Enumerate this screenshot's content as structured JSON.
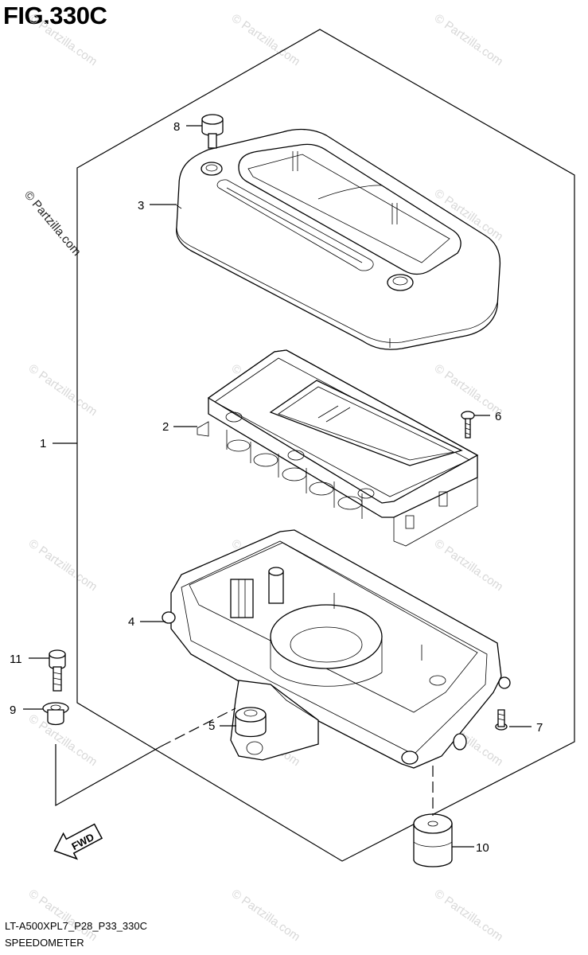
{
  "figure": {
    "title": "FIG.330C"
  },
  "footer": {
    "code": "LT-A500XPL7_P28_P33_330C",
    "name": "SPEEDOMETER"
  },
  "watermark": {
    "text": "© Partzilla.com"
  },
  "fwd_label": "FWD",
  "callouts": [
    {
      "id": "1",
      "label": "1"
    },
    {
      "id": "2",
      "label": "2"
    },
    {
      "id": "3",
      "label": "3"
    },
    {
      "id": "4",
      "label": "4"
    },
    {
      "id": "5",
      "label": "5"
    },
    {
      "id": "6",
      "label": "6"
    },
    {
      "id": "7",
      "label": "7"
    },
    {
      "id": "8",
      "label": "8"
    },
    {
      "id": "9",
      "label": "9"
    },
    {
      "id": "10",
      "label": "10"
    },
    {
      "id": "11",
      "label": "11"
    }
  ],
  "colors": {
    "line": "#000000",
    "background": "#ffffff",
    "watermark": "#d8d8d8"
  }
}
